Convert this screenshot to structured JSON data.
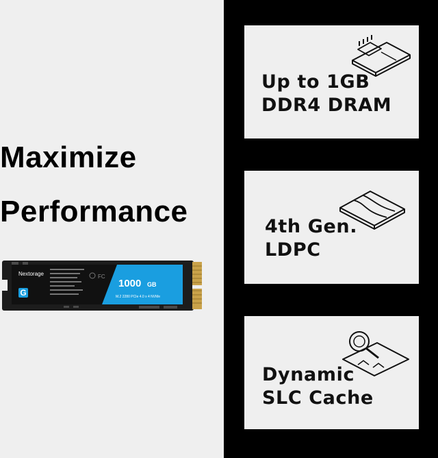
{
  "headline": {
    "line1": "Maximize",
    "line2": "Performance"
  },
  "product": {
    "brand": "Nextorage",
    "capacity": "1000",
    "capacity_unit": "GB",
    "spec_line": "M.2 2280 PCIe 4.0 x 4 NVMe",
    "logo_letter": "G"
  },
  "features": [
    {
      "line1": "Up to 1GB",
      "line2": "DDR4 DRAM",
      "icon": "dram-chip-icon"
    },
    {
      "line1": "4th Gen.",
      "line2": "LDPC",
      "icon": "ldpc-wave-icon"
    },
    {
      "line1": "Dynamic",
      "line2": "SLC Cache",
      "icon": "magnifier-cache-icon"
    }
  ],
  "colors": {
    "left_bg": "#efefef",
    "right_bg": "#000000",
    "card_bg": "#efefef",
    "label_blue": "#1a9ee0",
    "pcb": "#1c1c1c",
    "gold": "#c9a24a"
  }
}
